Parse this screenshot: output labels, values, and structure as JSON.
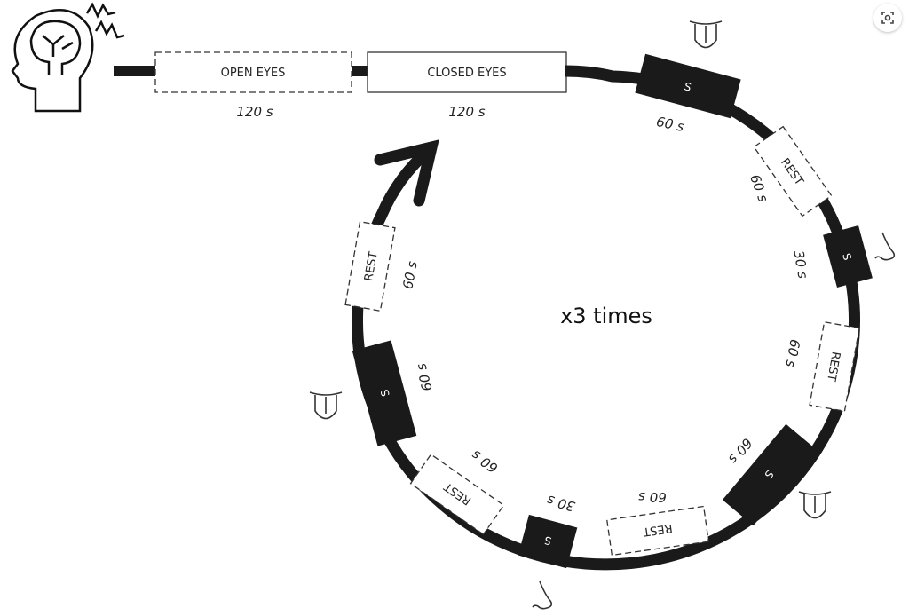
{
  "title": "x3 times",
  "intro": [
    {
      "label": "OPEN EYES",
      "duration": "120 s",
      "style": "dashed"
    },
    {
      "label": "CLOSED EYES",
      "duration": "120 s",
      "style": "solid"
    }
  ],
  "loop": [
    {
      "label": "S",
      "duration": "60 s",
      "kind": "stimulus",
      "icon": "tongue-icon"
    },
    {
      "label": "REST",
      "duration": "60 s",
      "kind": "rest"
    },
    {
      "label": "S",
      "duration": "30 s",
      "kind": "stimulus",
      "icon": "nose-icon"
    },
    {
      "label": "REST",
      "duration": "60 s",
      "kind": "rest"
    },
    {
      "label": "S",
      "duration": "60 s",
      "kind": "stimulus",
      "icon": "tongue-icon"
    },
    {
      "label": "REST",
      "duration": "60 s",
      "kind": "rest"
    },
    {
      "label": "S",
      "duration": "30 s",
      "kind": "stimulus",
      "icon": "nose-icon"
    },
    {
      "label": "REST",
      "duration": "60 s",
      "kind": "rest"
    },
    {
      "label": "S",
      "duration": "60 s",
      "kind": "stimulus",
      "icon": "tongue-icon"
    },
    {
      "label": "REST",
      "duration": "60 s",
      "kind": "rest"
    }
  ],
  "colors": {
    "stroke": "#1a1a1a",
    "background": "#ffffff"
  }
}
